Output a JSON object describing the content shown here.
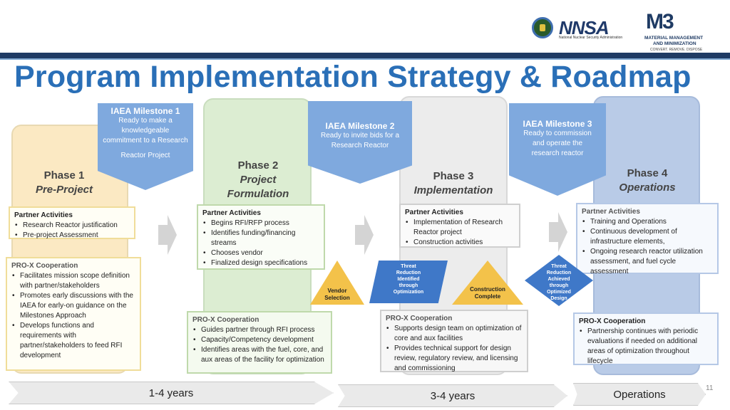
{
  "header": {
    "title": "Program Implementation Strategy & Roadmap",
    "nnsa_logo": "NNSA",
    "nnsa_subtitle": "National Nuclear Security Administration",
    "m3_logo": "M3",
    "m3_line1": "MATERIAL MANAGEMENT",
    "m3_line2": "AND MINIMIZATION",
    "m3_line3": "CONVERT. REMOVE. DISPOSE"
  },
  "phases": [
    {
      "num": "Phase 1",
      "name": "Pre-Project"
    },
    {
      "num": "Phase 2",
      "name": "Project Formulation",
      "name_l1": "Project",
      "name_l2": "Formulation"
    },
    {
      "num": "Phase 3",
      "name": "Implementation"
    },
    {
      "num": "Phase 4",
      "name": "Operations"
    }
  ],
  "milestones": [
    {
      "title": "IAEA Milestone 1",
      "desc_l1": "Ready to make a",
      "desc_l2": "knowledgeable",
      "desc_l3": "commitment to a Research",
      "desc_l4": "Reactor Project"
    },
    {
      "title": "IAEA Milestone 2",
      "desc_l1": "Ready to invite bids for a",
      "desc_l2": "Research Reactor"
    },
    {
      "title": "IAEA Milestone 3",
      "desc_l1": "Ready to commission",
      "desc_l2": "and operate the",
      "desc_l3": "research reactor"
    }
  ],
  "partner": [
    {
      "heading": "Partner Activities",
      "items": [
        "Research Reactor justification",
        "Pre-project Assessment"
      ]
    },
    {
      "heading": "Partner Activities",
      "items": [
        "Begins RFI/RFP process",
        "Identifies funding/financing streams",
        "Chooses vendor",
        "Finalized design specifications"
      ]
    },
    {
      "heading": "Partner Activities",
      "items": [
        "Implementation of Research Reactor project",
        "Construction activities"
      ]
    },
    {
      "heading": "Partner Activities",
      "items": [
        "Training and Operations",
        "Continuous development of infrastructure elements,",
        "Ongoing research reactor utilization assessment, and fuel cycle assessment"
      ]
    }
  ],
  "prox": [
    {
      "heading": "PRO-X Cooperation",
      "items": [
        "Facilitates mission scope definition with partner/stakeholders",
        "Promotes early discussions with the IAEA for early-on guidance on the Milestones Approach",
        "Develops functions and requirements with partner/stakeholders to feed RFI development"
      ]
    },
    {
      "heading": "PRO-X Cooperation",
      "items": [
        "Guides partner through RFI process",
        "Capacity/Competency development",
        "Identifies areas with the fuel, core, and aux areas of the facility for optimization"
      ]
    },
    {
      "heading": "PRO-X Cooperation",
      "items": [
        "Supports design team on optimization of core and aux facilities",
        "Provides technical support for design review, regulatory review, and licensing and commissioning"
      ]
    },
    {
      "heading": "PRO-X Cooperation",
      "items": [
        "Partnership continues with periodic evaluations if needed on additional areas of optimization throughout lifecycle"
      ]
    }
  ],
  "markers": {
    "vendor_l1": "Vendor",
    "vendor_l2": "Selection",
    "construction_l1": "Construction",
    "construction_l2": "Complete",
    "threat1_l1": "Threat",
    "threat1_l2": "Reduction",
    "threat1_l3": "Identified",
    "threat1_l4": "through",
    "threat1_l5": "Optimization",
    "threat2_l1": "Threat",
    "threat2_l2": "Reduction",
    "threat2_l3": "Achieved",
    "threat2_l4": "through",
    "threat2_l5": "Optimized",
    "threat2_l6": "Design"
  },
  "timeline": {
    "t1": "1-4 years",
    "t2": "3-4 years",
    "t3": "Operations"
  },
  "page_number": "11",
  "colors": {
    "title": "#2a6fb7",
    "milestone": "#7fa9de",
    "bar": "#1f3b64",
    "vendor_marker": "#f3c24a",
    "threat_marker": "#3f78c8"
  }
}
